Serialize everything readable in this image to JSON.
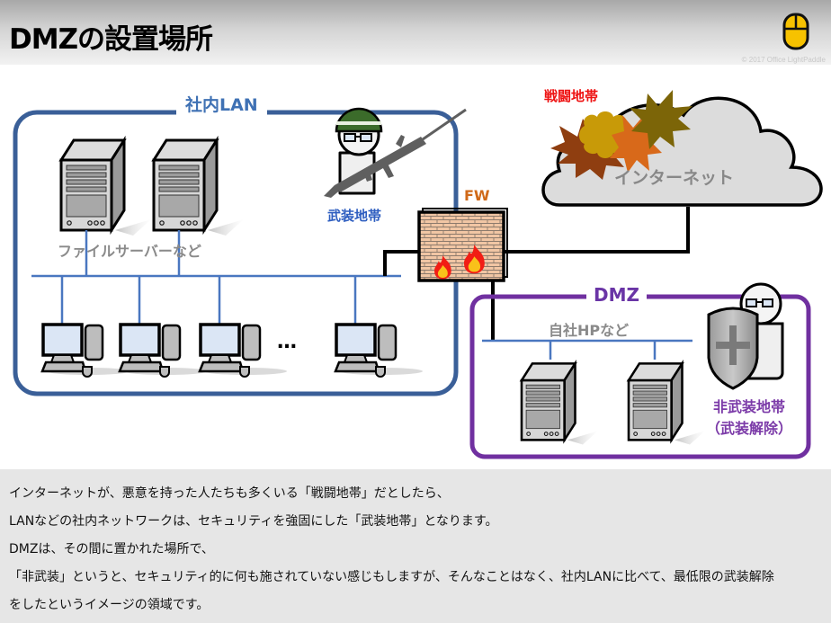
{
  "header": {
    "title": "DMZの設置場所",
    "copyright": "© 2017 Office LightPaddle",
    "icon": "mouse-icon"
  },
  "diagram": {
    "lan": {
      "title": "社内LAN",
      "server_label": "ファイルサーバーなど",
      "zone_label": "武装地帯",
      "ellipsis": "…",
      "servers_count": 2,
      "pcs_count": 4
    },
    "firewall": {
      "label": "FW"
    },
    "internet": {
      "label": "インターネット",
      "zone_label": "戦闘地帯"
    },
    "dmz": {
      "title": "DMZ",
      "server_label": "自社HPなど",
      "zone_label_line1": "非武装地帯",
      "zone_label_line2": "（武装解除）",
      "servers_count": 2
    },
    "colors": {
      "lan_border": "#3a5f98",
      "lan_title": "#3f71b4",
      "dmz_border": "#7030a0",
      "armed_text": "#2e5ec0",
      "combat_text": "#ee1111",
      "fw_text": "#d06a1a",
      "bus_line": "#4a77c0"
    }
  },
  "description": {
    "lines": [
      "インターネットが、悪意を持った人たちも多くいる「戦闘地帯」だとしたら、",
      "LANなどの社内ネットワークは、セキュリティを強固にした「武装地帯」となります。",
      "DMZは、その間に置かれた場所で、",
      "「非武装」というと、セキュリティ的に何も施されていない感じもしますが、そんなことはなく、社内LANに比べて、最低限の武装解除",
      "をしたというイメージの領域です。"
    ]
  }
}
